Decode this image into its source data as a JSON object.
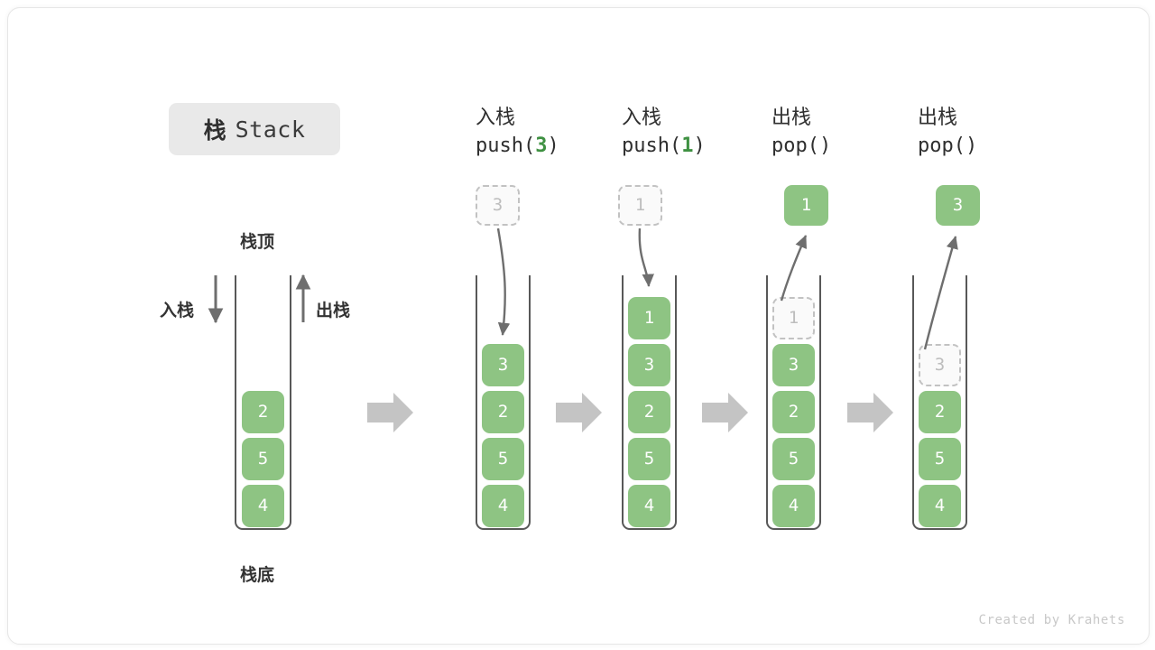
{
  "title": {
    "cn": "栈",
    "en": "Stack"
  },
  "labels": {
    "top": "栈顶",
    "bottom": "栈底",
    "push_side": "入栈",
    "pop_side": "出栈"
  },
  "colors": {
    "element_green": "#8ec483",
    "accent_green": "#3f9142",
    "ghost_gray": "#bdbdbd",
    "stroke_gray": "#6e6e6e",
    "arrow_gray": "#c4c4c4",
    "chip_gray": "#e9e9e9"
  },
  "initial_stack": {
    "name": "initial",
    "cells": [
      "2",
      "5",
      "4"
    ]
  },
  "steps": [
    {
      "id": "push-3",
      "op_cn": "入栈",
      "op_code_prefix": "push(",
      "op_arg": "3",
      "op_code_suffix": ")",
      "floating_value": "3",
      "floating_style": "ghost",
      "arrow_direction": "down",
      "cells": [
        "3",
        "2",
        "5",
        "4"
      ],
      "ghost_index": -1
    },
    {
      "id": "push-1",
      "op_cn": "入栈",
      "op_code_prefix": "push(",
      "op_arg": "1",
      "op_code_suffix": ")",
      "floating_value": "1",
      "floating_style": "ghost",
      "arrow_direction": "down",
      "cells": [
        "1",
        "3",
        "2",
        "5",
        "4"
      ],
      "ghost_index": -1
    },
    {
      "id": "pop-1",
      "op_cn": "出栈",
      "op_code_prefix": "pop(",
      "op_arg": "",
      "op_code_suffix": ")",
      "floating_value": "1",
      "floating_style": "solid",
      "arrow_direction": "up",
      "cells": [
        "1",
        "3",
        "2",
        "5",
        "4"
      ],
      "ghost_index": 0
    },
    {
      "id": "pop-3",
      "op_cn": "出栈",
      "op_code_prefix": "pop(",
      "op_arg": "",
      "op_code_suffix": ")",
      "floating_value": "3",
      "floating_style": "solid",
      "arrow_direction": "up",
      "cells": [
        "3",
        "2",
        "5",
        "4"
      ],
      "ghost_index": 0
    }
  ],
  "flow_arrows": 4,
  "footer": "Created by Krahets"
}
